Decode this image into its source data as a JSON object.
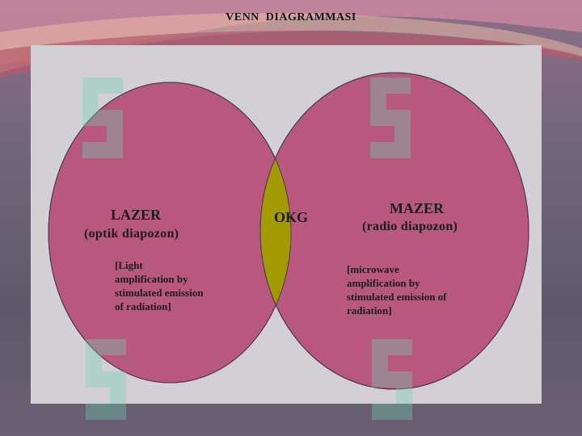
{
  "slide": {
    "title": "VENN  DIAGRAMMASI"
  },
  "left_set": {
    "name": "LAZER",
    "range": "(optik diapozon)",
    "description": "[Light amplification by stimulated emission of radiation]"
  },
  "right_set": {
    "name": "MAZER",
    "range": "(radio diapozon)",
    "description": "[microwave amplification by stimulated emission of radiation]"
  },
  "intersection": {
    "label": "OKG"
  },
  "colors": {
    "circle_fill": "#b8587e",
    "intersection_fill": "#a39a00",
    "panel": "#d2d0d4",
    "watermark": "#6fd4b4"
  },
  "watermark_icon": "soft-logo-icon"
}
